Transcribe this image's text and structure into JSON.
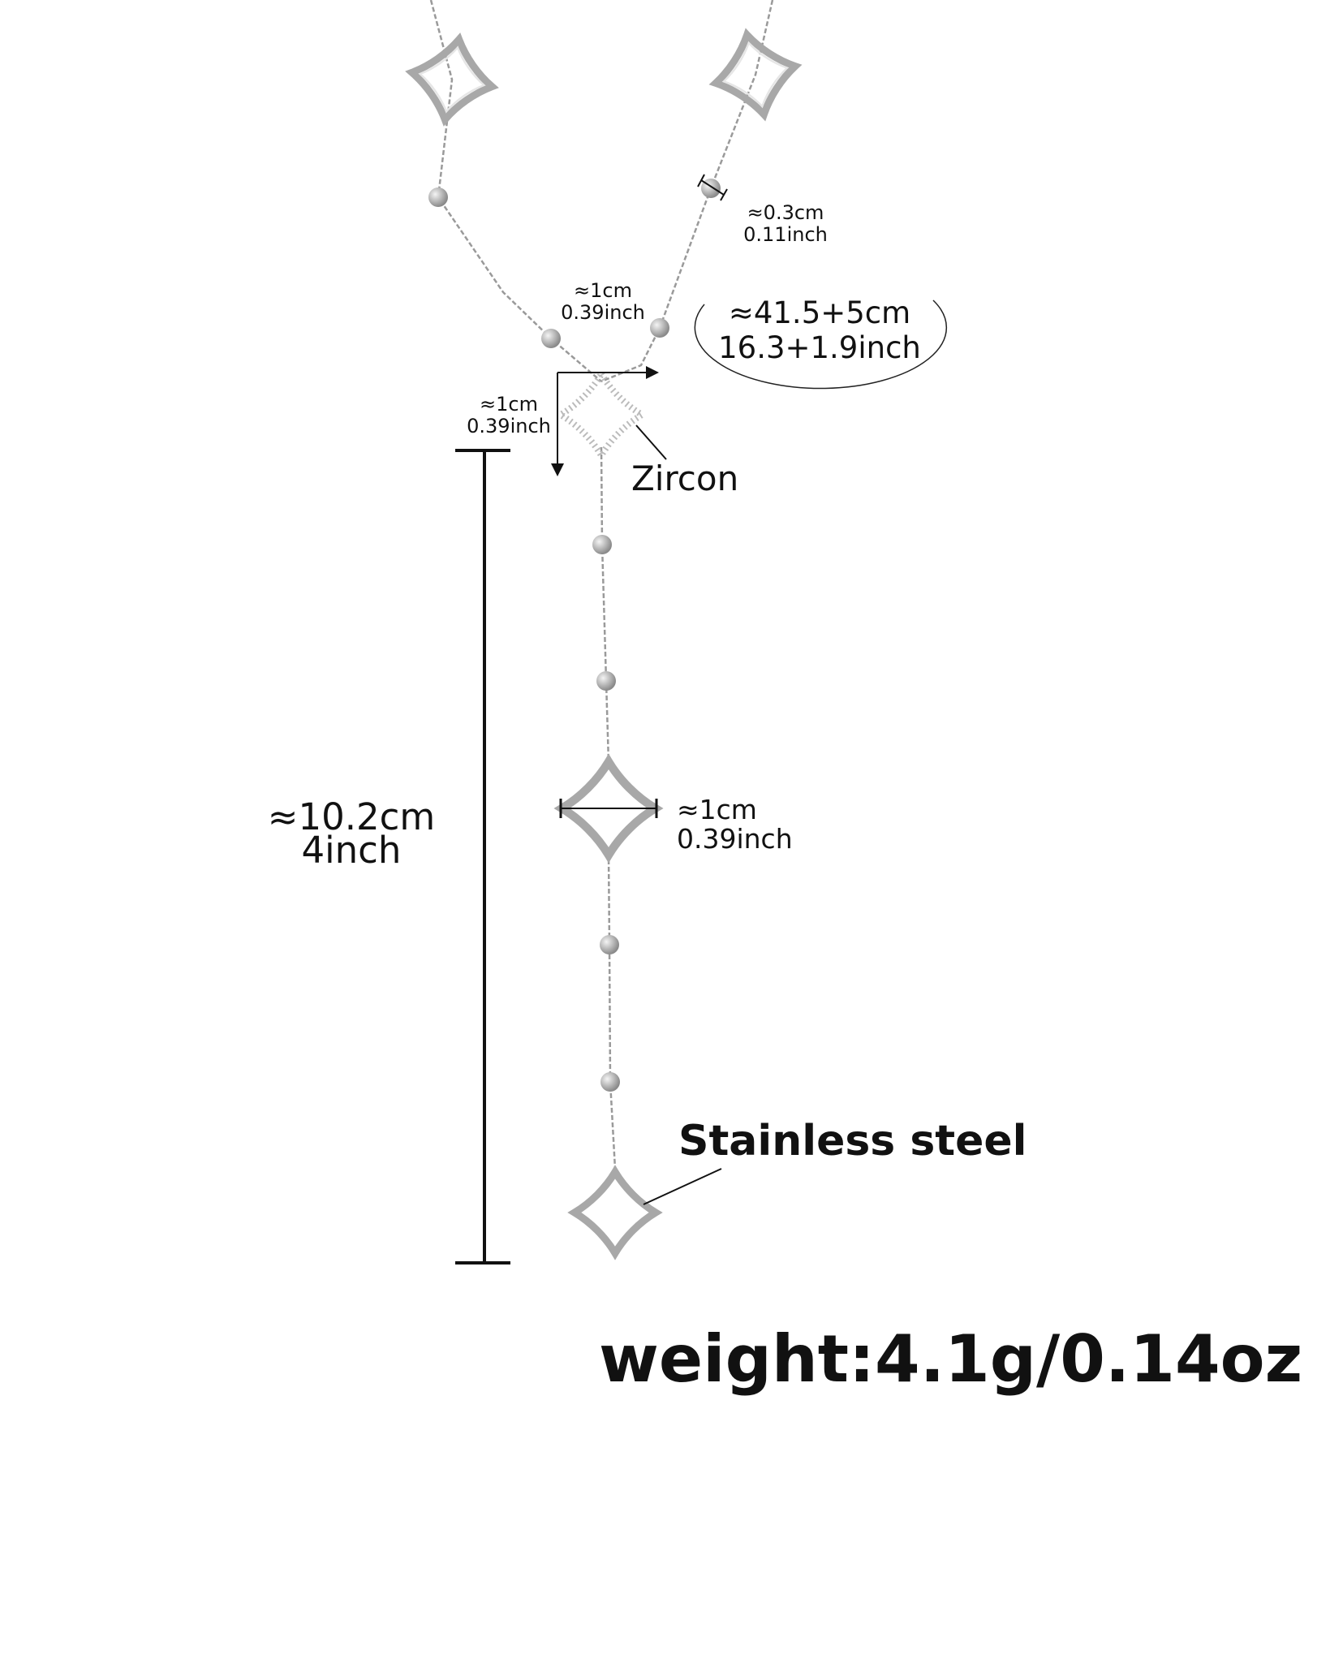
{
  "labels": {
    "bead_size_cm": "≈0.3cm",
    "bead_size_inch": "0.11inch",
    "top_spacing_cm": "≈1cm",
    "top_spacing_inch": "0.39inch",
    "length_cm": "≈41.5+5cm",
    "length_inch": "16.3+1.9inch",
    "zircon_size_cm": "≈1cm",
    "zircon_size_inch": "0.39inch",
    "zircon": "Zircon",
    "drop_cm": "≈10.2cm",
    "drop_inch": "4inch",
    "pendant_cm": "≈1cm",
    "pendant_inch": "0.39inch",
    "material": "Stainless steel",
    "weight": "weight:4.1g/0.14oz"
  },
  "colors": {
    "metal": "#a8a8a8",
    "text": "#111111",
    "background": "#ffffff"
  }
}
